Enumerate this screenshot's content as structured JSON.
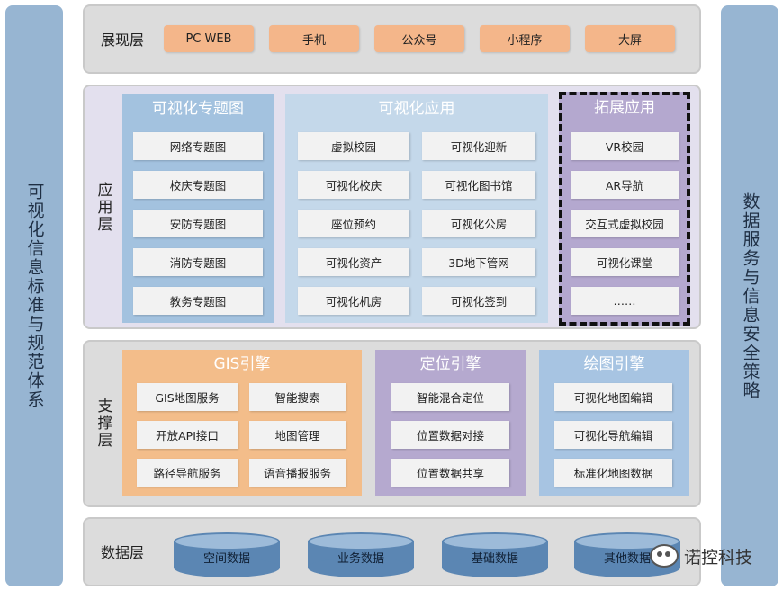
{
  "left_pillar": "可视化信息标准与规范体系",
  "right_pillar": "数据服务与信息安全策略",
  "presentation_layer": {
    "label": "展现层",
    "items": [
      "PC WEB",
      "手机",
      "公众号",
      "小程序",
      "大屏"
    ]
  },
  "application_layer": {
    "label": "应用层",
    "thematic": {
      "title": "可视化专题图",
      "items": [
        "网络专题图",
        "校庆专题图",
        "安防专题图",
        "消防专题图",
        "教务专题图"
      ]
    },
    "apps": {
      "title": "可视化应用",
      "items": [
        "虚拟校园",
        "可视化迎新",
        "可视化校庆",
        "可视化图书馆",
        "座位预约",
        "可视化公房",
        "可视化资产",
        "3D地下管网",
        "可视化机房",
        "可视化签到"
      ]
    },
    "extended": {
      "title": "拓展应用",
      "items": [
        "VR校园",
        "AR导航",
        "交互式虚拟校园",
        "可视化课堂",
        "……"
      ]
    }
  },
  "support_layer": {
    "label": "支撑层",
    "gis": {
      "title": "GIS引擎",
      "items": [
        "GIS地图服务",
        "智能搜索",
        "开放API接口",
        "地图管理",
        "路径导航服务",
        "语音播报服务"
      ]
    },
    "positioning": {
      "title": "定位引擎",
      "items": [
        "智能混合定位",
        "位置数据对接",
        "位置数据共享"
      ]
    },
    "drawing": {
      "title": "绘图引擎",
      "items": [
        "可视化地图编辑",
        "可视化导航编辑",
        "标准化地图数据"
      ]
    }
  },
  "data_layer": {
    "label": "数据层",
    "items": [
      "空间数据",
      "业务数据",
      "基础数据",
      "其他数据"
    ]
  },
  "watermark": "诺控科技",
  "colors": {
    "pillar": "#97b5d2",
    "presentation_button": "#f4b68a",
    "thematic_group": "#a3c2df",
    "apps_group": "#c4d8ea",
    "extended_group": "#b4a8cf",
    "gis_group": "#f3bd8a",
    "positioning_group": "#b5a9cf",
    "drawing_group": "#a7c4e2",
    "database": "#5b86b3"
  }
}
